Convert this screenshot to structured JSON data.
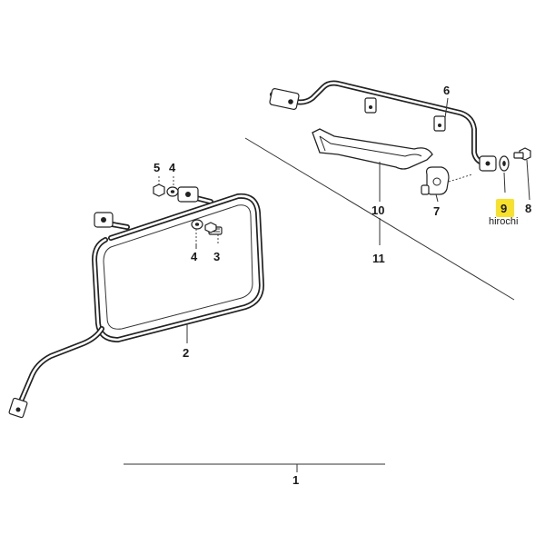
{
  "labels": {
    "part_1": "1",
    "part_2": "2",
    "part_3": "3",
    "part_4_upper": "4",
    "part_4_lower": "4",
    "part_5": "5",
    "part_6": "6",
    "part_7": "7",
    "part_8": "8",
    "part_9": "9",
    "part_10": "10",
    "part_11": "11"
  },
  "watermark": "hirochi",
  "highlight_color": "#f7e12a"
}
